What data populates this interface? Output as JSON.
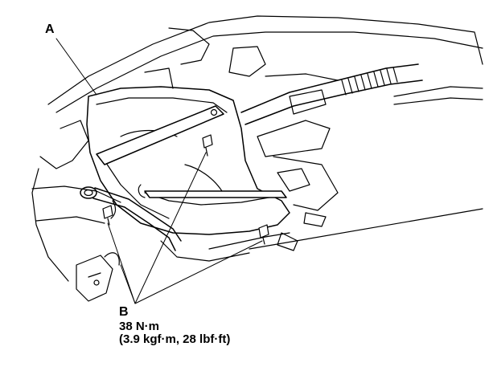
{
  "callouts": {
    "a": "A",
    "b": "B"
  },
  "torque": {
    "nm": "38 N·m",
    "alt": "(3.9 kgf·m, 28 lbf·ft)"
  },
  "colors": {
    "line": "#000000",
    "background": "#ffffff"
  }
}
